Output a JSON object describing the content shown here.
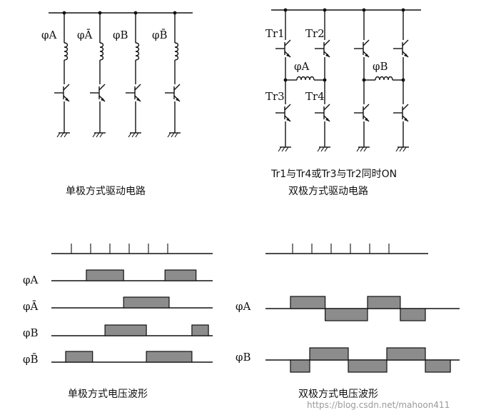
{
  "unipolar_circuit": {
    "phases": [
      "φA",
      "φĀ",
      "φB",
      "φB̄"
    ],
    "caption": "单极方式驱动电路"
  },
  "bipolar_circuit": {
    "transistors": [
      "Tr1",
      "Tr2",
      "Tr3",
      "Tr4"
    ],
    "coils": [
      "φA",
      "φB"
    ],
    "note": "Tr1与Tr4或Tr3与Tr2同时ON",
    "caption": "双极方式驱动电路"
  },
  "unipolar_waveform": {
    "rows": [
      "φA",
      "φĀ",
      "φB",
      "φB̄"
    ],
    "caption": "单极方式电压波形",
    "ticks": 6,
    "pulses": [
      [
        [
          1,
          2.8
        ],
        [
          4.8,
          6.3
        ]
      ],
      [
        [
          2.8,
          5
        ]
      ],
      [
        [
          1.9,
          3.9
        ],
        [
          6.1,
          6.9
        ]
      ],
      [
        [
          0,
          1.3
        ],
        [
          3.9,
          6.1
        ]
      ]
    ]
  },
  "bipolar_waveform": {
    "rows": [
      "φA",
      "φB"
    ],
    "caption": "双极方式电压波形",
    "ticks": 6,
    "pulses": [
      [
        [
          1,
          2.8,
          1
        ],
        [
          2.8,
          5,
          -1
        ],
        [
          5,
          6.7,
          1
        ],
        [
          6.7,
          8,
          -1
        ]
      ],
      [
        [
          1,
          2,
          -1
        ],
        [
          2,
          4,
          1
        ],
        [
          4,
          6,
          -1
        ],
        [
          6,
          8,
          1
        ],
        [
          8,
          9.3,
          -1
        ]
      ]
    ]
  },
  "watermark": "https://blog.csdn.net/mahoon411"
}
